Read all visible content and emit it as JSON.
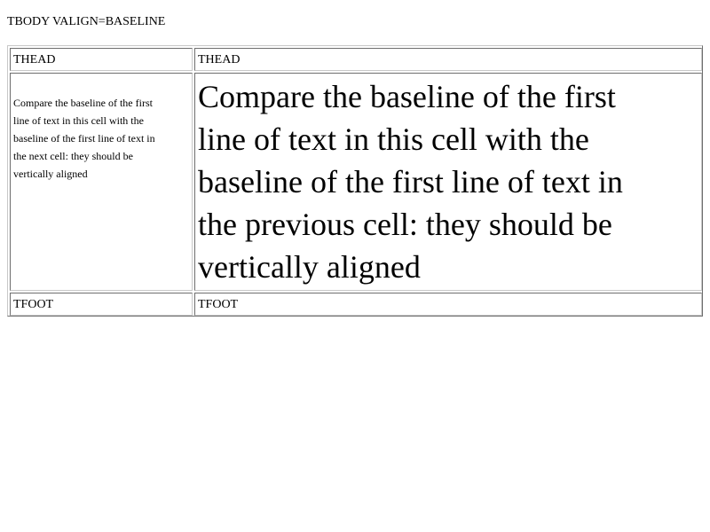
{
  "heading": "TBODY VALIGN=BASELINE",
  "table": {
    "head": [
      "THEAD",
      "THEAD"
    ],
    "body": {
      "left_lines": [
        "Compare the baseline of the first",
        "line of text in this cell with the",
        "baseline of the first line of text in",
        "the next cell: they should be",
        "vertically aligned"
      ],
      "right_lines": [
        "Compare the baseline of the first",
        "line of text in this cell with the",
        "baseline of the first line of text in",
        "the previous cell: they should be",
        "vertically aligned"
      ]
    },
    "foot": [
      "TFOOT",
      "TFOOT"
    ]
  }
}
